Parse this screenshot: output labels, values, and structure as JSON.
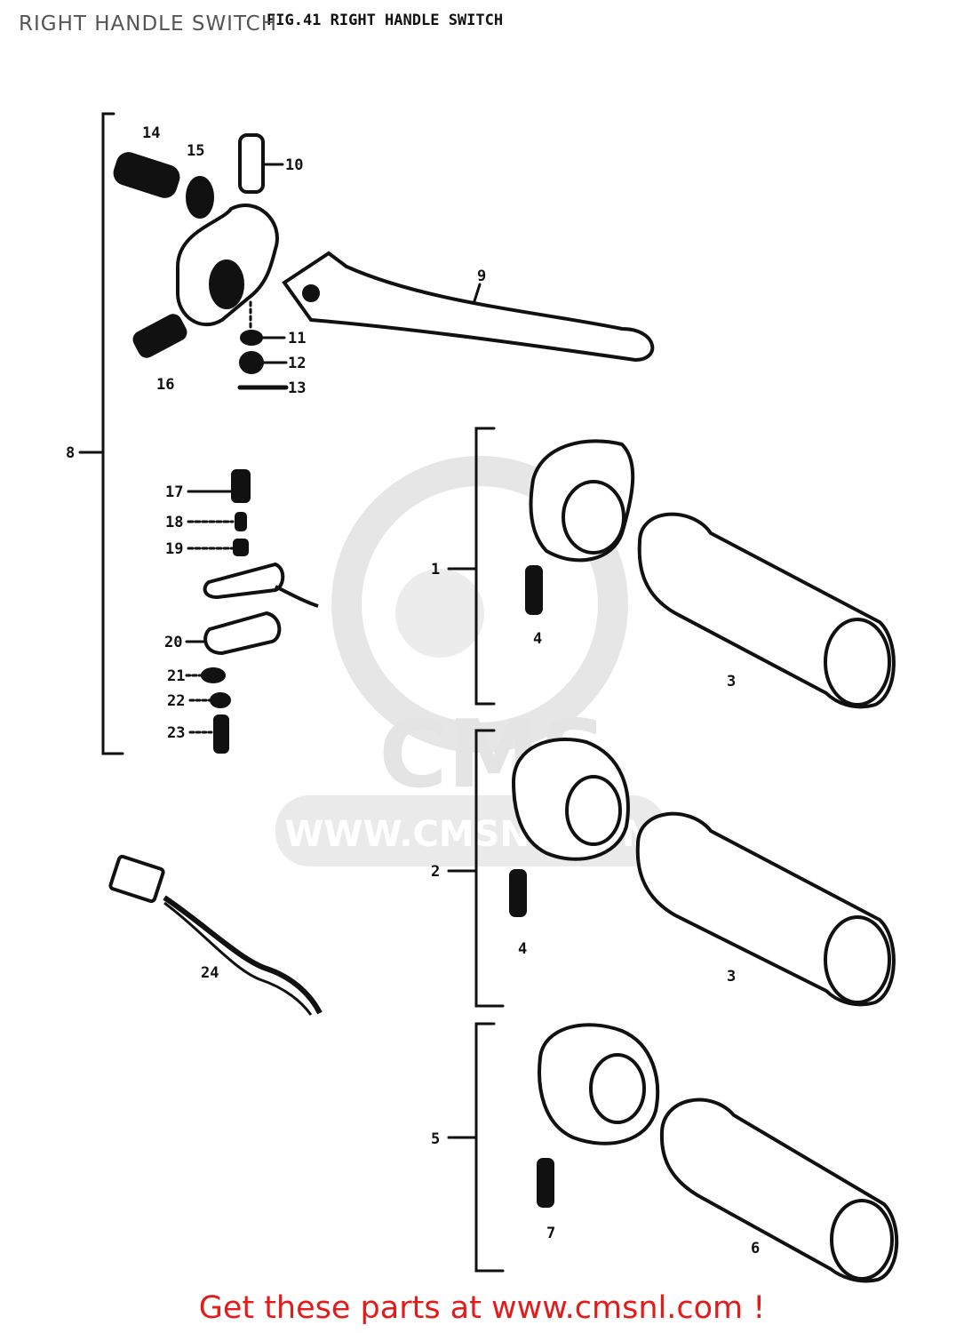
{
  "page": {
    "title": "RIGHT HANDLE SWITCH"
  },
  "diagram": {
    "header": "FIG.41  RIGHT HANDLE SWITCH",
    "watermark": {
      "logo": "CMS",
      "url": "WWW.CMSNL.COM"
    },
    "callouts": [
      {
        "id": "c1",
        "label": "1"
      },
      {
        "id": "c2",
        "label": "2"
      },
      {
        "id": "c3a",
        "label": "3"
      },
      {
        "id": "c3b",
        "label": "3"
      },
      {
        "id": "c4a",
        "label": "4"
      },
      {
        "id": "c4b",
        "label": "4"
      },
      {
        "id": "c5",
        "label": "5"
      },
      {
        "id": "c6",
        "label": "6"
      },
      {
        "id": "c7",
        "label": "7"
      },
      {
        "id": "c8",
        "label": "8"
      },
      {
        "id": "c9",
        "label": "9"
      },
      {
        "id": "c10",
        "label": "10"
      },
      {
        "id": "c11",
        "label": "11"
      },
      {
        "id": "c12",
        "label": "12"
      },
      {
        "id": "c13",
        "label": "13"
      },
      {
        "id": "c14",
        "label": "14"
      },
      {
        "id": "c15",
        "label": "15"
      },
      {
        "id": "c16",
        "label": "16"
      },
      {
        "id": "c17",
        "label": "17"
      },
      {
        "id": "c18",
        "label": "18"
      },
      {
        "id": "c19",
        "label": "19"
      },
      {
        "id": "c20",
        "label": "20"
      },
      {
        "id": "c21",
        "label": "21"
      },
      {
        "id": "c22",
        "label": "22"
      },
      {
        "id": "c23",
        "label": "23"
      },
      {
        "id": "c24",
        "label": "24"
      }
    ]
  },
  "footer": {
    "text": "Get these parts at www.cmsnl.com !",
    "color": "#e31b1b"
  },
  "colors": {
    "ink": "#111111",
    "watermark": "#e4e4e4",
    "title": "#555555"
  }
}
